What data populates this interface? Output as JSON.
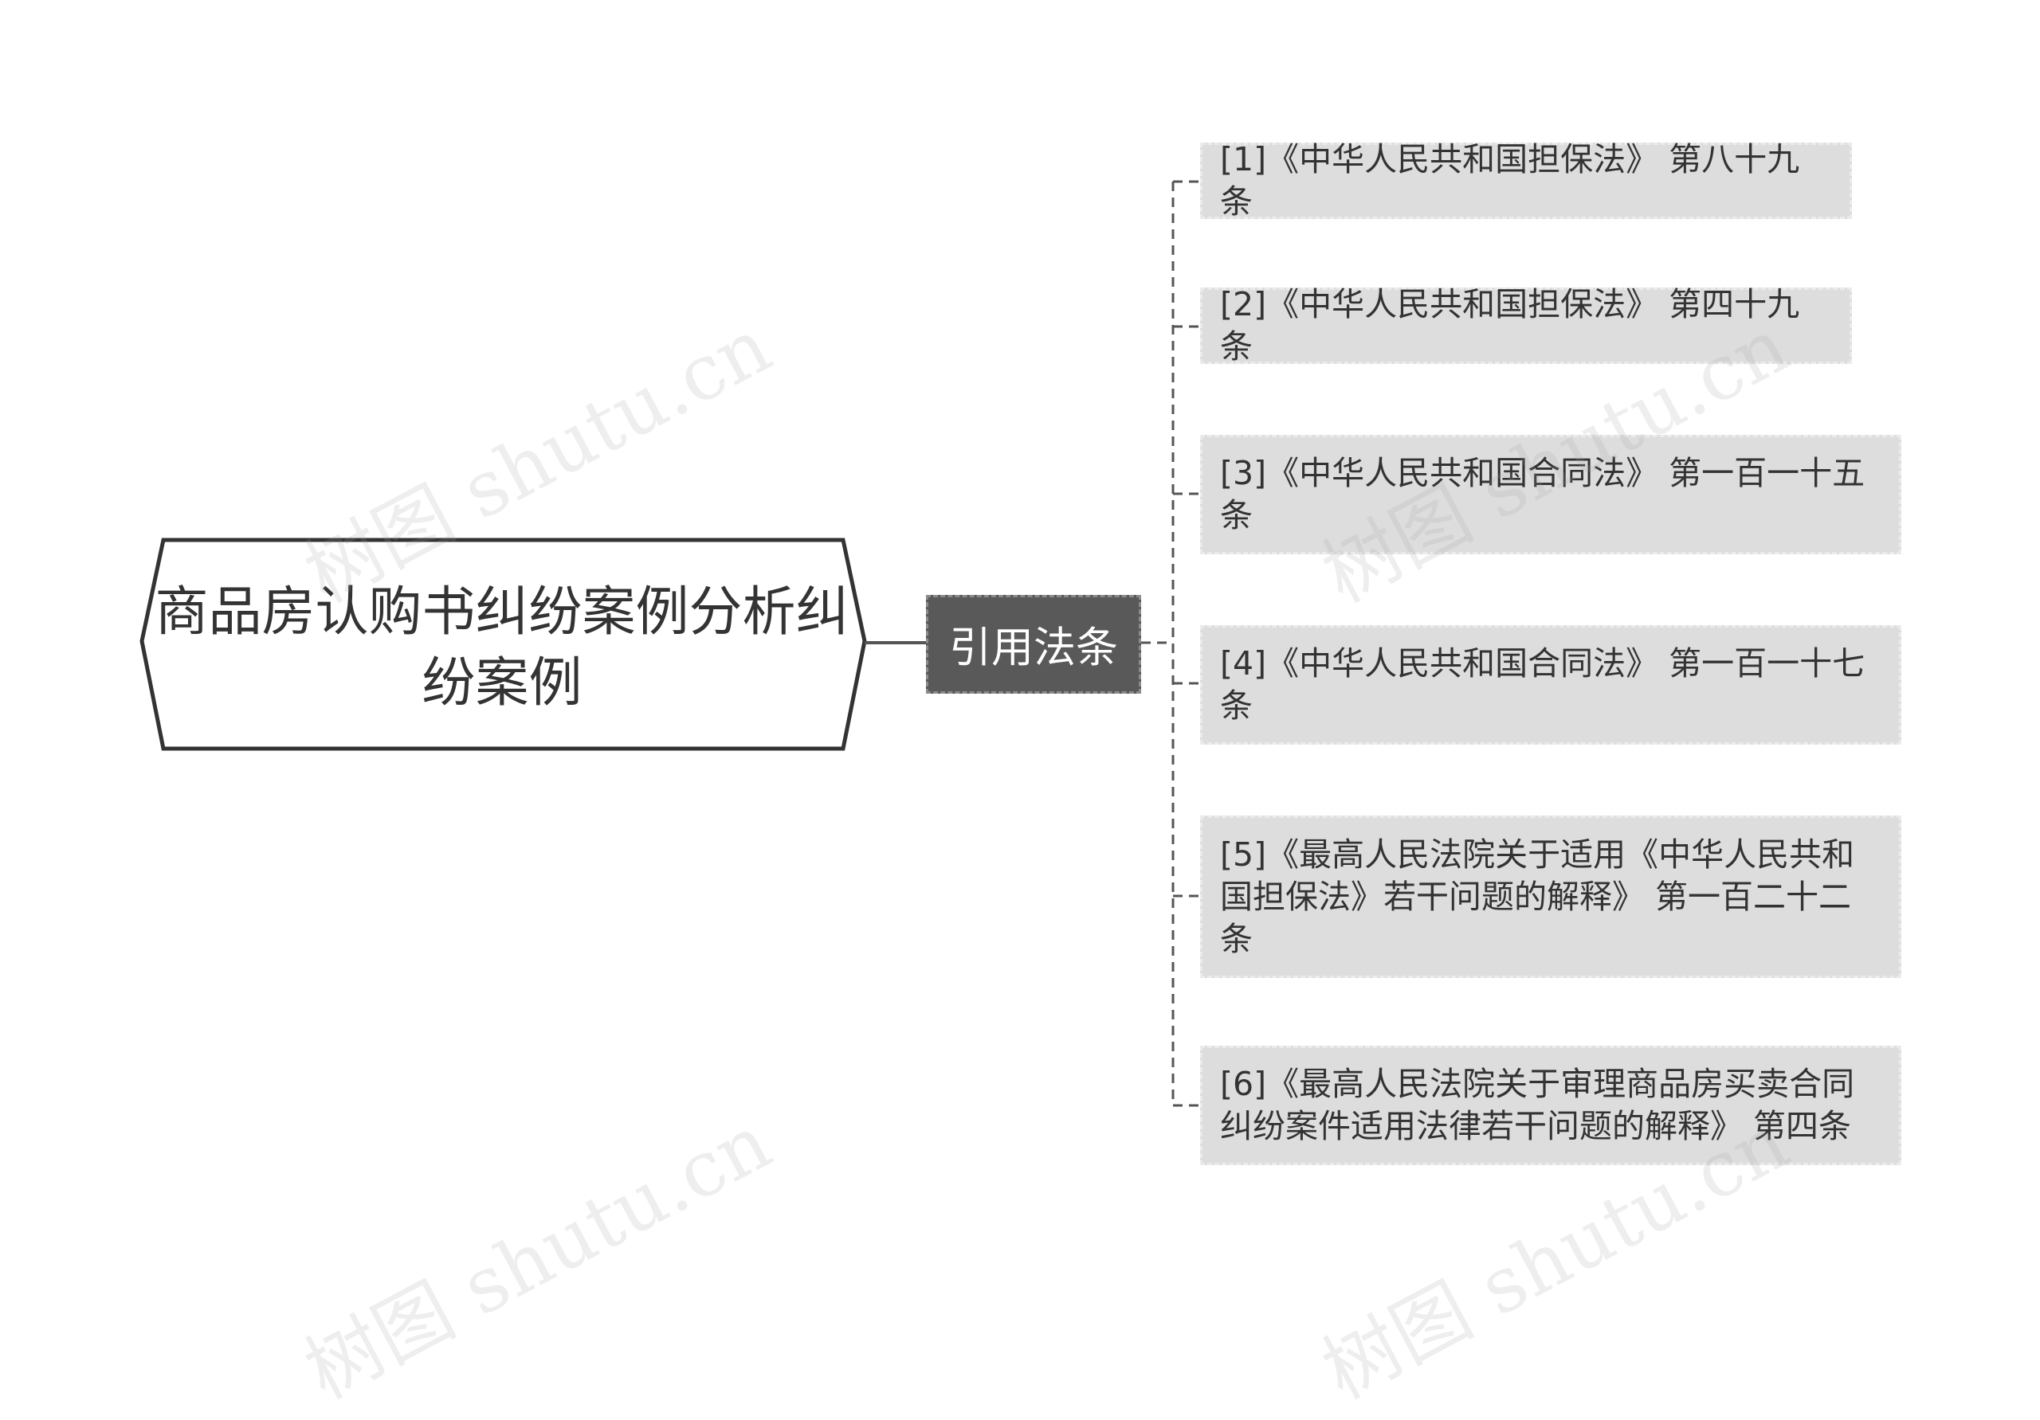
{
  "root": {
    "label": "商品房认购书纠纷案例分析纠纷案例"
  },
  "branch": {
    "label": "引用法条"
  },
  "citations": [
    {
      "text": "[1]《中华人民共和国担保法》 第八十九条"
    },
    {
      "text": "[2]《中华人民共和国担保法》 第四十九条"
    },
    {
      "text": "[3]《中华人民共和国合同法》 第一百一十五条"
    },
    {
      "text": "[4]《中华人民共和国合同法》 第一百一十七条"
    },
    {
      "text": "[5]《最高人民法院关于适用《中华人民共和国担保法》若干问题的解释》 第一百二十二条"
    },
    {
      "text": "[6]《最高人民法院关于审理商品房买卖合同纠纷案件适用法律若干问题的解释》 第四条"
    }
  ],
  "watermark": {
    "text": "树图 shutu.cn"
  }
}
